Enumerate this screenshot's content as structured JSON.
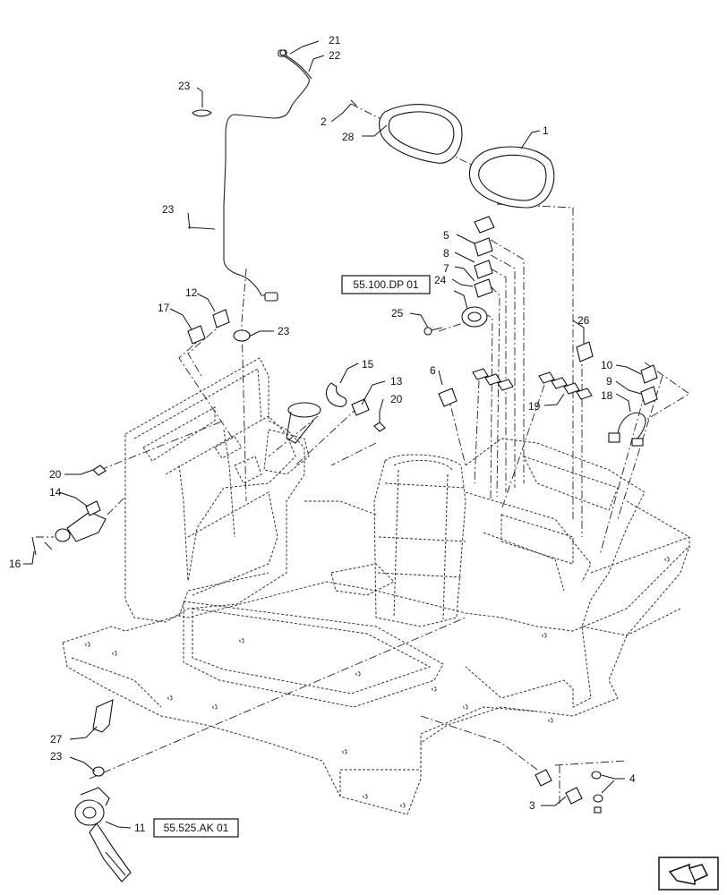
{
  "refs": {
    "dp": "55.100.DP 01",
    "ak": "55.525.AK 01"
  },
  "callouts": {
    "n1": "1",
    "n2": "2",
    "n3": "3",
    "n4": "4",
    "n5": "5",
    "n6": "6",
    "n7": "7",
    "n8": "8",
    "n9": "9",
    "n10": "10",
    "n11": "11",
    "n12": "12",
    "n13": "13",
    "n14": "14",
    "n15": "15",
    "n16": "16",
    "n17": "17",
    "n18": "18",
    "n19": "19",
    "n20a": "20",
    "n20b": "20",
    "n21": "21",
    "n22": "22",
    "n23a": "23",
    "n23b": "23",
    "n23c": "23",
    "n23d": "23",
    "n24": "24",
    "n25": "25",
    "n26": "26",
    "n27": "27",
    "n28": "28"
  },
  "icons": {
    "corner": "direction-arrow-icon"
  }
}
